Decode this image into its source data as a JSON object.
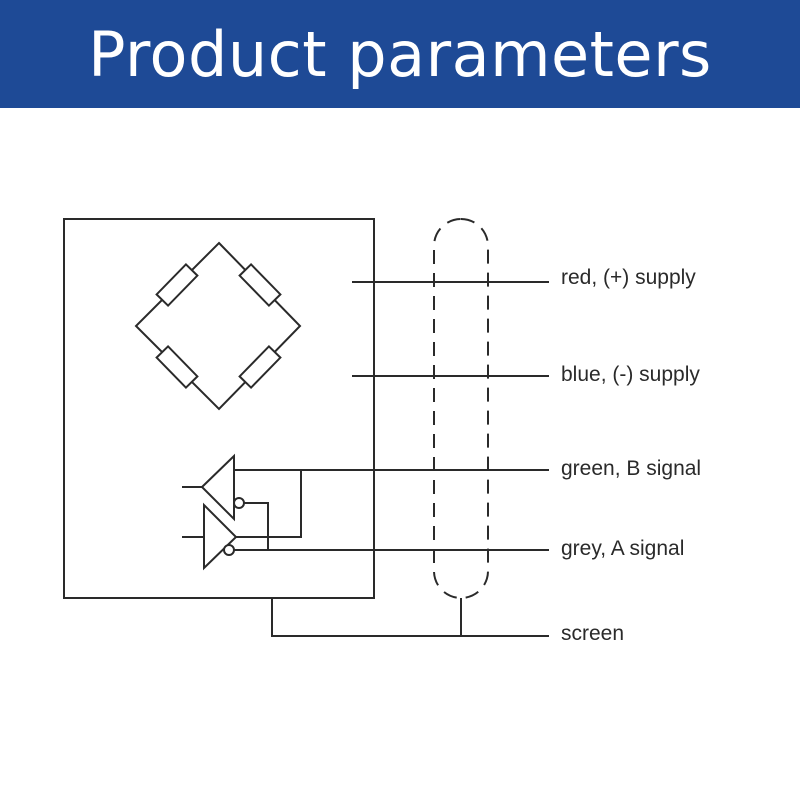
{
  "header": {
    "title": "Product parameters",
    "background_color": "#1e4a96",
    "text_color": "#ffffff"
  },
  "diagram": {
    "line_color": "#2a2a2a",
    "labels": {
      "red_supply": "red, (+) supply",
      "blue_supply": "blue, (-) supply",
      "green_signal": "green, B signal",
      "grey_signal": "grey, A signal",
      "screen": "screen"
    },
    "icons": {
      "bridge": "wheatstone-bridge-icon",
      "driver_b": "line-driver-icon",
      "driver_a": "line-driver-icon",
      "shield": "cable-shield-icon"
    }
  }
}
